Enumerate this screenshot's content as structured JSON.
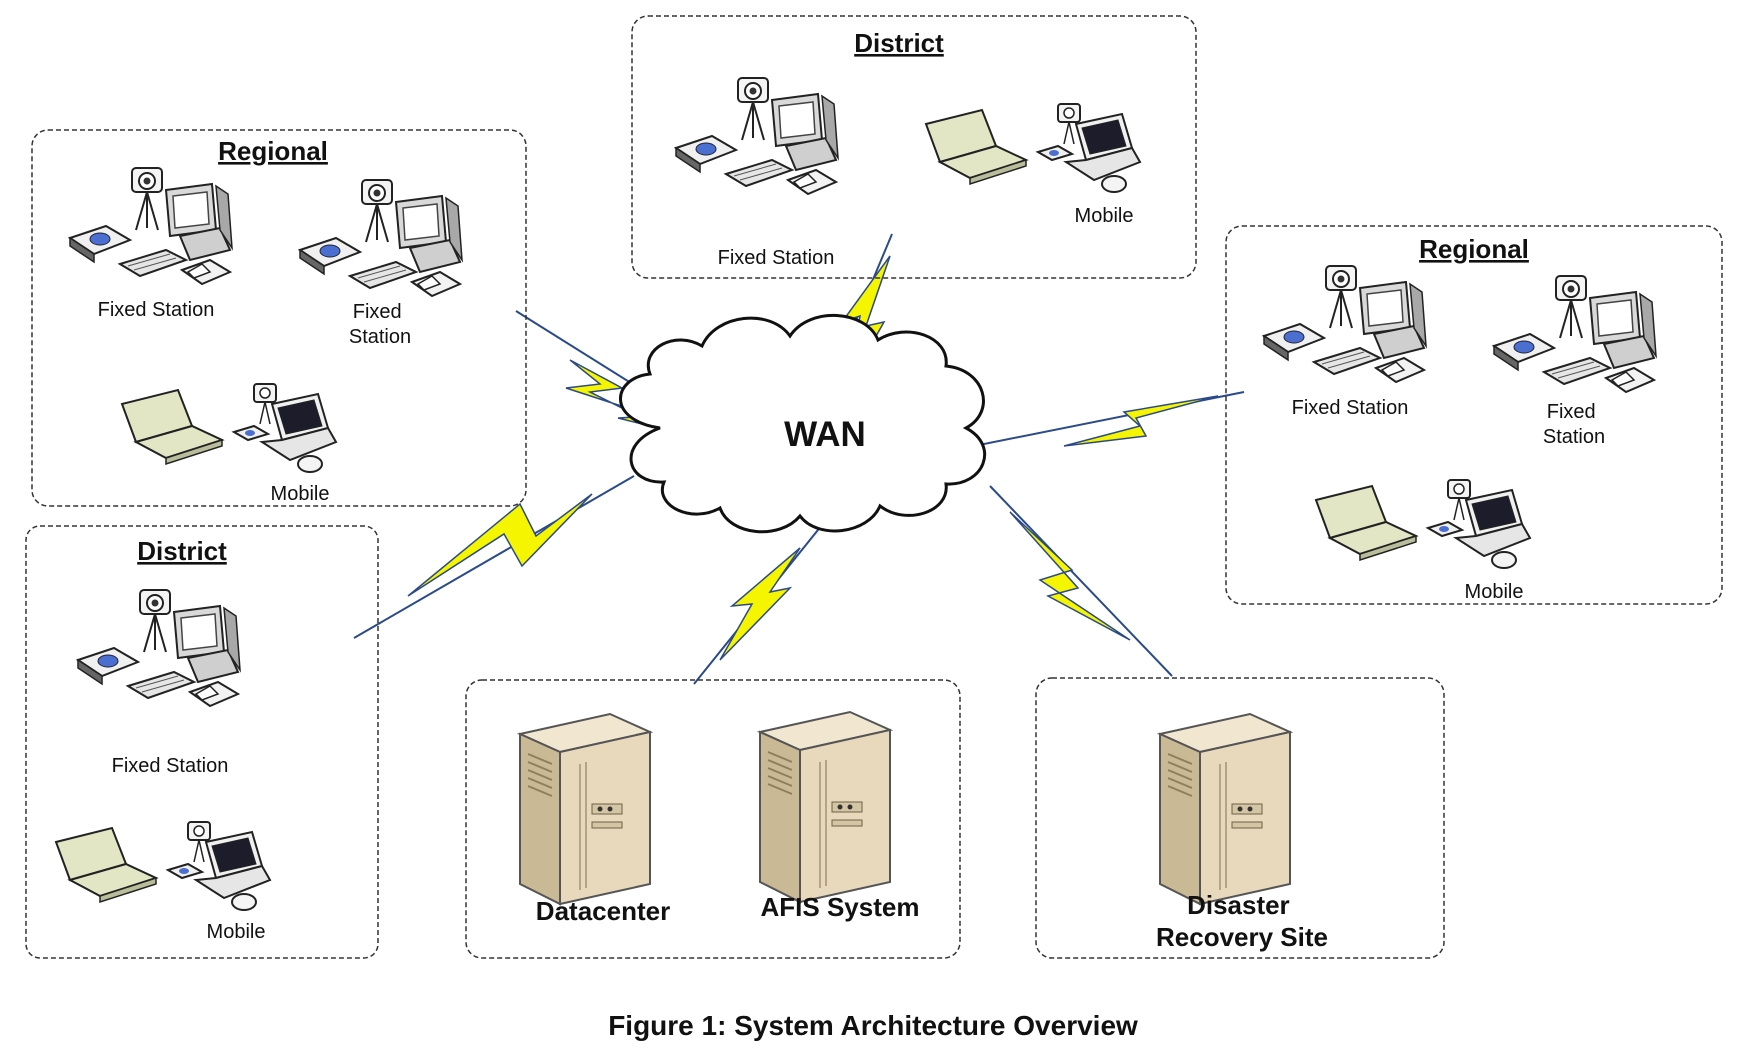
{
  "wan": {
    "label": "WAN"
  },
  "groups": [
    {
      "id": "regional-left",
      "title": "Regional",
      "labels": [
        "Fixed Station",
        "Fixed\nStation",
        "Mobile"
      ]
    },
    {
      "id": "district-top",
      "title": "District",
      "labels": [
        "Fixed Station",
        "Mobile"
      ]
    },
    {
      "id": "regional-right",
      "title": "Regional",
      "labels": [
        "Fixed Station",
        "Fixed\nStation",
        "Mobile"
      ]
    },
    {
      "id": "district-left",
      "title": "District",
      "labels": [
        "Fixed Station",
        "Mobile"
      ]
    },
    {
      "id": "datacenter-box",
      "title": "",
      "labels": [
        "Datacenter",
        "AFIS System"
      ]
    },
    {
      "id": "dr-box",
      "title": "",
      "labels": [
        "Disaster\nRecovery Site"
      ]
    }
  ],
  "caption": "Figure 1: System Architecture Overview",
  "colors": {
    "lightning": "#f5f500",
    "lightning_edge": "#2a4a8a",
    "box_border": "#333333",
    "server": "#e8d9bd",
    "laptop": "#e2e6c4"
  }
}
